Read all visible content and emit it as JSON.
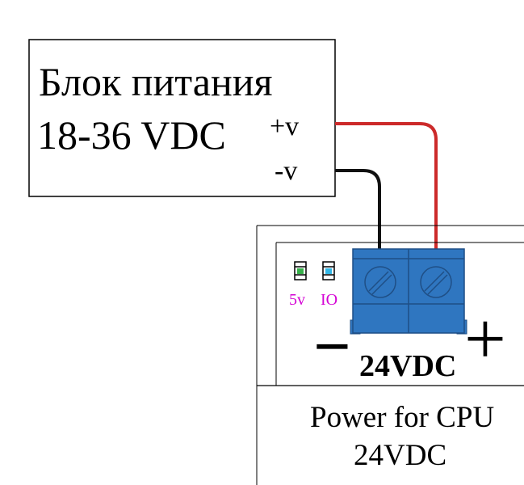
{
  "power_supply": {
    "title": "Блок питания",
    "voltage": "18-36 VDC",
    "plus_label": "+v",
    "minus_label": "-v"
  },
  "module": {
    "led_5v_label": "5v",
    "led_io_label": "IO",
    "minus_sign": "−",
    "plus_sign": "+",
    "terminal_label": "24VDC",
    "caption_line1": "Power for CPU",
    "caption_line2": "24VDC"
  },
  "colors": {
    "positive_wire": "#cc2a2a",
    "negative_wire": "#111111",
    "terminal_block": "#2f76c0",
    "terminal_edge": "#1f4f86",
    "led_5v": "#36b04a",
    "led_io": "#32b7e6",
    "led_label": "#d400d4"
  }
}
